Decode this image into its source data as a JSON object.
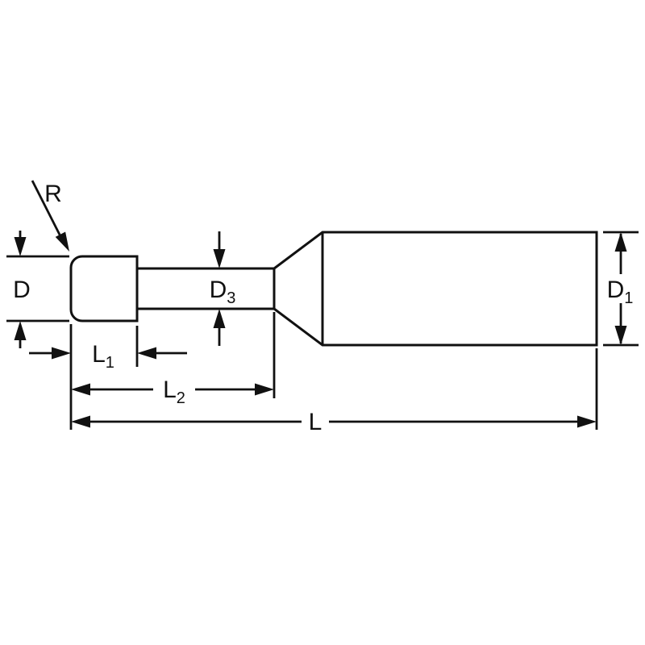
{
  "drawing": {
    "labels": {
      "corner_radius": {
        "main": "R",
        "sub": ""
      },
      "cutting_diameter": {
        "main": "D",
        "sub": ""
      },
      "neck_diameter": {
        "main": "D",
        "sub": "3"
      },
      "shank_diameter": {
        "main": "D",
        "sub": "1"
      },
      "cutting_length": {
        "main": "L",
        "sub": "1"
      },
      "reach_length": {
        "main": "L",
        "sub": "2"
      },
      "overall_length": {
        "main": "L",
        "sub": ""
      }
    },
    "colors": {
      "line_color": "#111111",
      "background": "#ffffff",
      "shade_dark": "#ababab",
      "shade_mid": "#e8e8e8",
      "shade_light": "#fafafa",
      "head_fill": "#ffffff"
    }
  }
}
